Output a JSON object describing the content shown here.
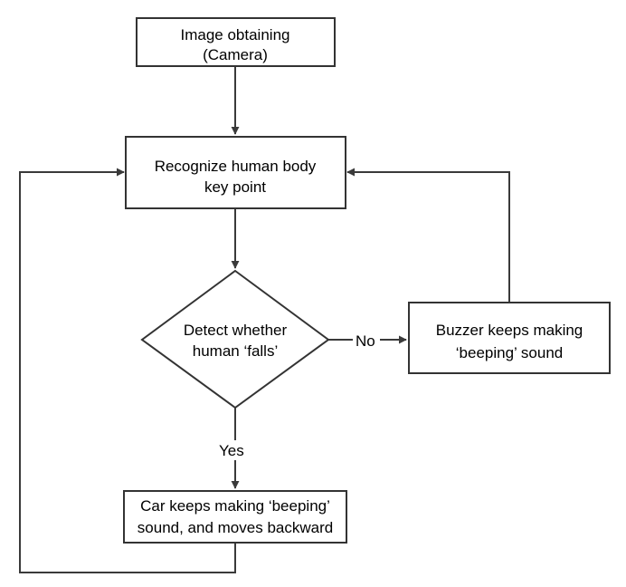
{
  "diagram": {
    "nodes": {
      "image_obtaining": {
        "line1": "Image obtaining",
        "line2": "(Camera)"
      },
      "recognize": {
        "line1": "Recognize human body",
        "line2": "key point"
      },
      "detect": {
        "line1": "Detect whether",
        "line2": "human ‘falls’"
      },
      "buzzer": {
        "line1": "Buzzer keeps making",
        "line2": "‘beeping’ sound"
      },
      "car": {
        "line1": "Car keeps making ‘beeping’",
        "line2": "sound, and moves backward"
      }
    },
    "edge_labels": {
      "no": "No",
      "yes": "Yes"
    },
    "colors": {
      "stroke": "#333333",
      "fill": "#ffffff",
      "text": "#000000"
    }
  }
}
